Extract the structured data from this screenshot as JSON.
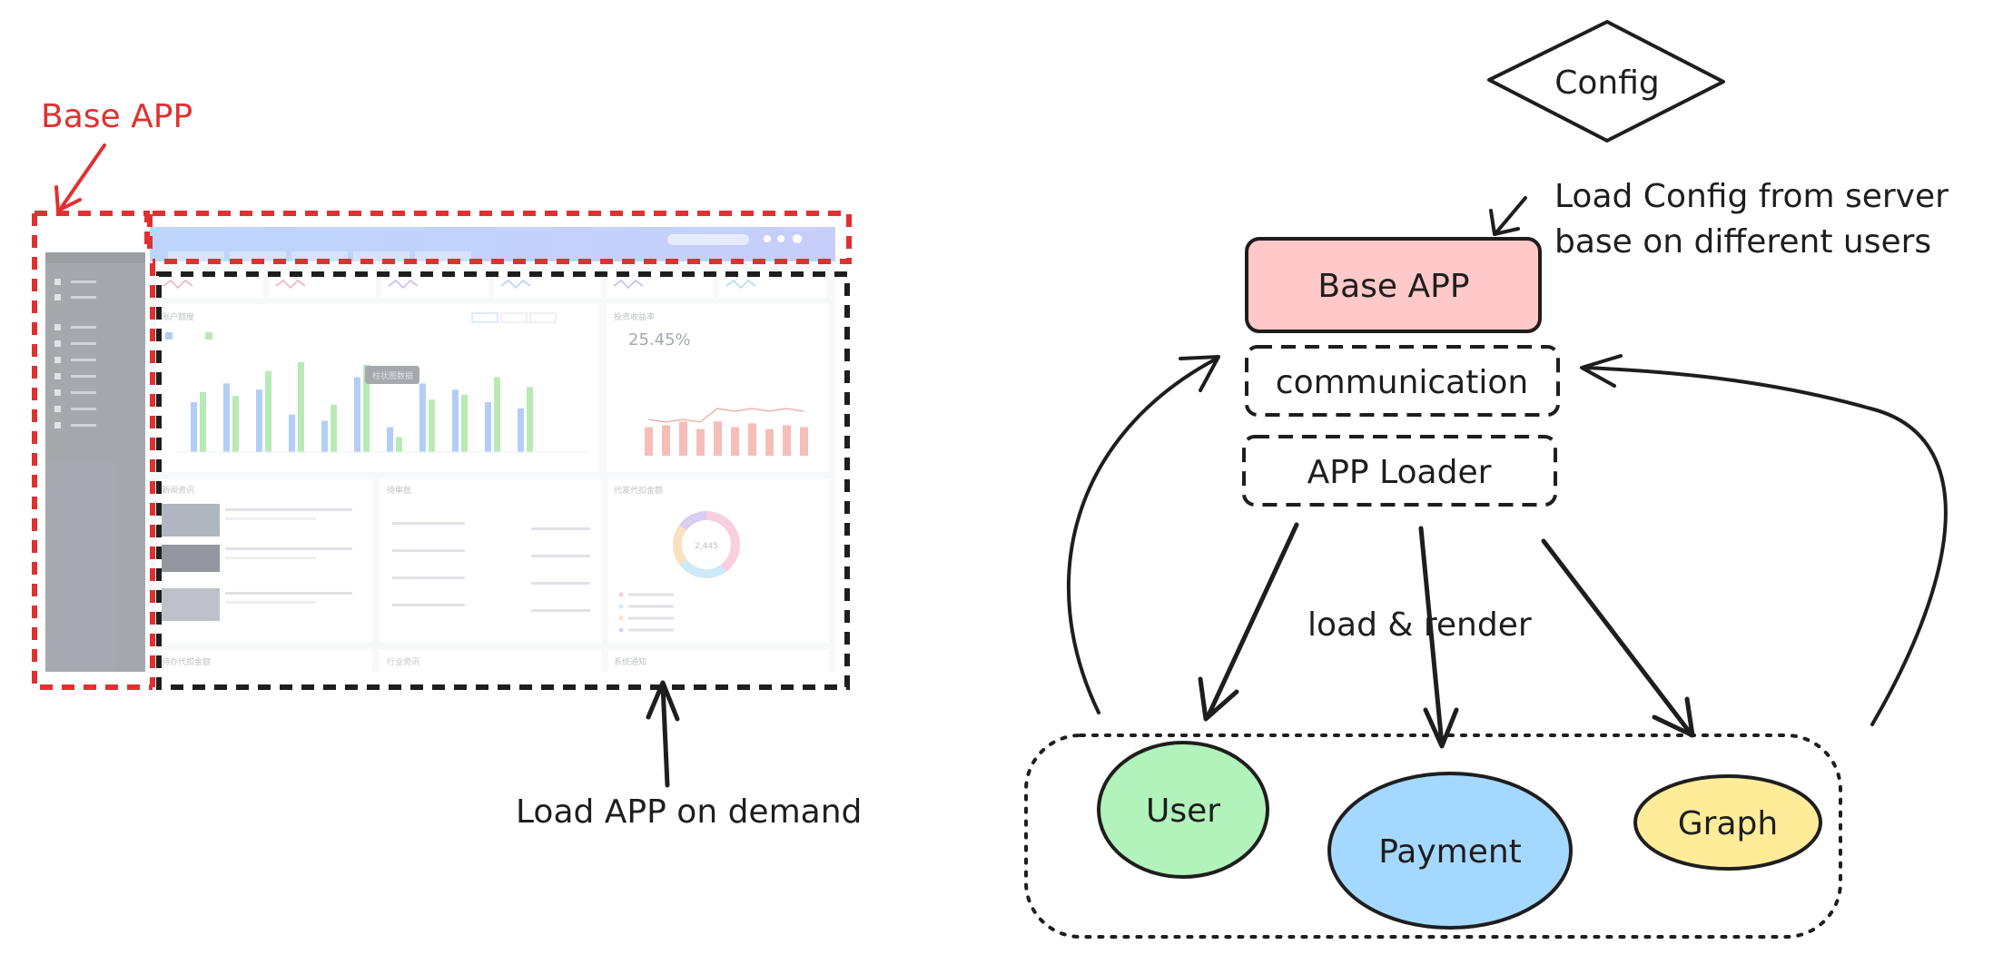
{
  "labels": {
    "base_app_left": "Base APP",
    "load_on_demand": "Load APP on demand",
    "config": "Config",
    "load_config_line1": "Load Config from server",
    "load_config_line2": "base on different users",
    "base_app_box": "Base APP",
    "communication": "communication",
    "app_loader": "APP Loader",
    "load_render": "load & render"
  },
  "apps": [
    {
      "name": "User",
      "color": "#b2f2bb"
    },
    {
      "name": "Payment",
      "color": "#a5d8ff"
    },
    {
      "name": "Graph",
      "color": "#ffec99"
    }
  ],
  "colors": {
    "base_app_fill": "#ffc9c9",
    "red_dash": "#e03131",
    "stroke": "#1e1e1e",
    "sidebar": "#5c636d",
    "header_from": "#8ab4f8",
    "header_to": "#9aa7f5"
  },
  "screenshot": {
    "tabs": [
      "",
      "",
      "",
      "",
      ""
    ],
    "sidebar_items": [
      "",
      "",
      "",
      "",
      "",
      "",
      "",
      "",
      ""
    ],
    "panels": {
      "p1": "账户额度",
      "p2": "投资收益率",
      "p3": "新闻资讯",
      "p4": "待审批",
      "p5": "代发代扣金额",
      "p6": "待办代扣金额",
      "p7": "行业资讯",
      "p8": "系统通知"
    },
    "rate": "25.45%",
    "donut_value": "2,445",
    "tooltip": "柱状图数据",
    "bar_chart": {
      "series_a": [
        40,
        55,
        50,
        30,
        25,
        60,
        20,
        55,
        50,
        40,
        35
      ],
      "series_b": [
        48,
        45,
        65,
        72,
        38,
        70,
        12,
        42,
        46,
        60,
        52
      ]
    },
    "red_bars": [
      30,
      32,
      36,
      28,
      36,
      30,
      34,
      28,
      32,
      30
    ],
    "donut": [
      40,
      25,
      20,
      15
    ],
    "donut_colors": [
      "#f4a9c4",
      "#a9d9f0",
      "#f6c98a",
      "#b9a5e8"
    ]
  }
}
